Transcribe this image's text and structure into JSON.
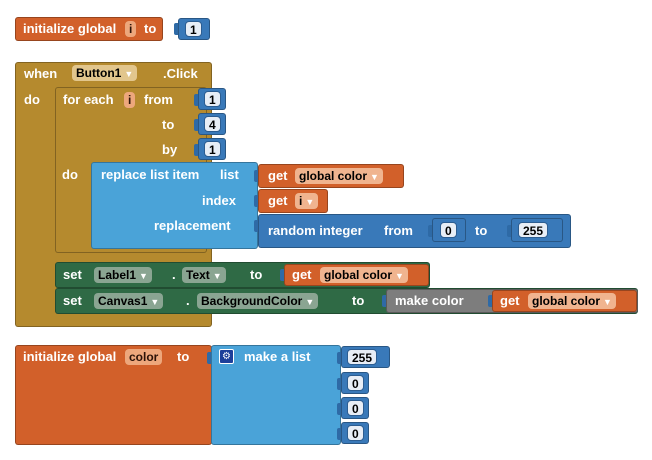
{
  "init_i": {
    "keyword": "initialize global",
    "name": "i",
    "to": "to",
    "value": "1"
  },
  "event": {
    "when": "when",
    "component": "Button1",
    "event": ".Click",
    "do": "do",
    "for_each": {
      "label": "for each",
      "var": "i",
      "from": "from",
      "from_value": "1",
      "to": "to",
      "to_value": "4",
      "by": "by",
      "by_value": "1",
      "do": "do"
    },
    "replace": {
      "label": "replace list item",
      "list": "list",
      "index": "index",
      "replacement": "replacement",
      "get": "get",
      "list_var": "global color",
      "index_var": "i",
      "random": "random integer",
      "from": "from",
      "from_value": "0",
      "to": "to",
      "to_value": "255"
    },
    "set_label": {
      "set": "set",
      "component": "Label1",
      "dot": ".",
      "property": "Text",
      "to": "to",
      "get": "get",
      "var": "global color"
    },
    "set_canvas": {
      "set": "set",
      "component": "Canvas1",
      "dot": ".",
      "property": "BackgroundColor",
      "to": "to",
      "make_color": "make color",
      "get": "get",
      "var": "global color"
    }
  },
  "init_color": {
    "keyword": "initialize global",
    "name": "color",
    "to": "to",
    "make_list": "make a list",
    "items": [
      "255",
      "0",
      "0",
      "0"
    ]
  },
  "colors": {
    "variables": "#d2602a",
    "control": "#b58a2e",
    "math": "#3979b9",
    "lists": "#4aa3d8",
    "components": "#2f6a45",
    "colors": "#7d7d7d"
  }
}
